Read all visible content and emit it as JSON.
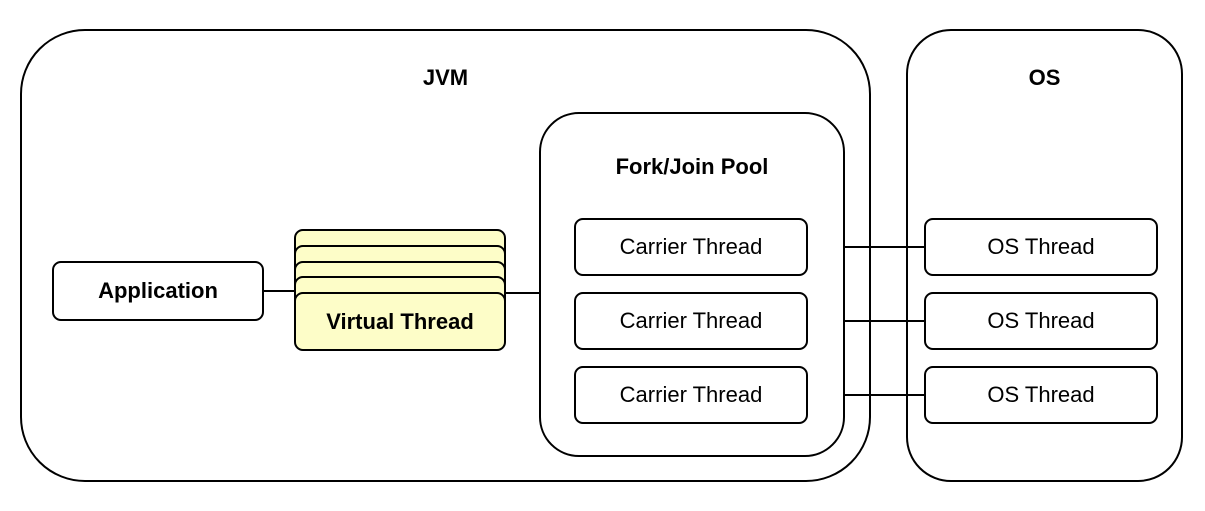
{
  "jvm": {
    "title": "JVM",
    "application_label": "Application",
    "virtual_thread_label": "Virtual Thread",
    "pool": {
      "title": "Fork/Join Pool",
      "carrier_threads": [
        "Carrier Thread",
        "Carrier Thread",
        "Carrier Thread"
      ]
    }
  },
  "os": {
    "title": "OS",
    "os_threads": [
      "OS Thread",
      "OS Thread",
      "OS Thread"
    ]
  },
  "colors": {
    "virtual_thread_fill": "#fdfdc8",
    "stroke": "#000000"
  }
}
